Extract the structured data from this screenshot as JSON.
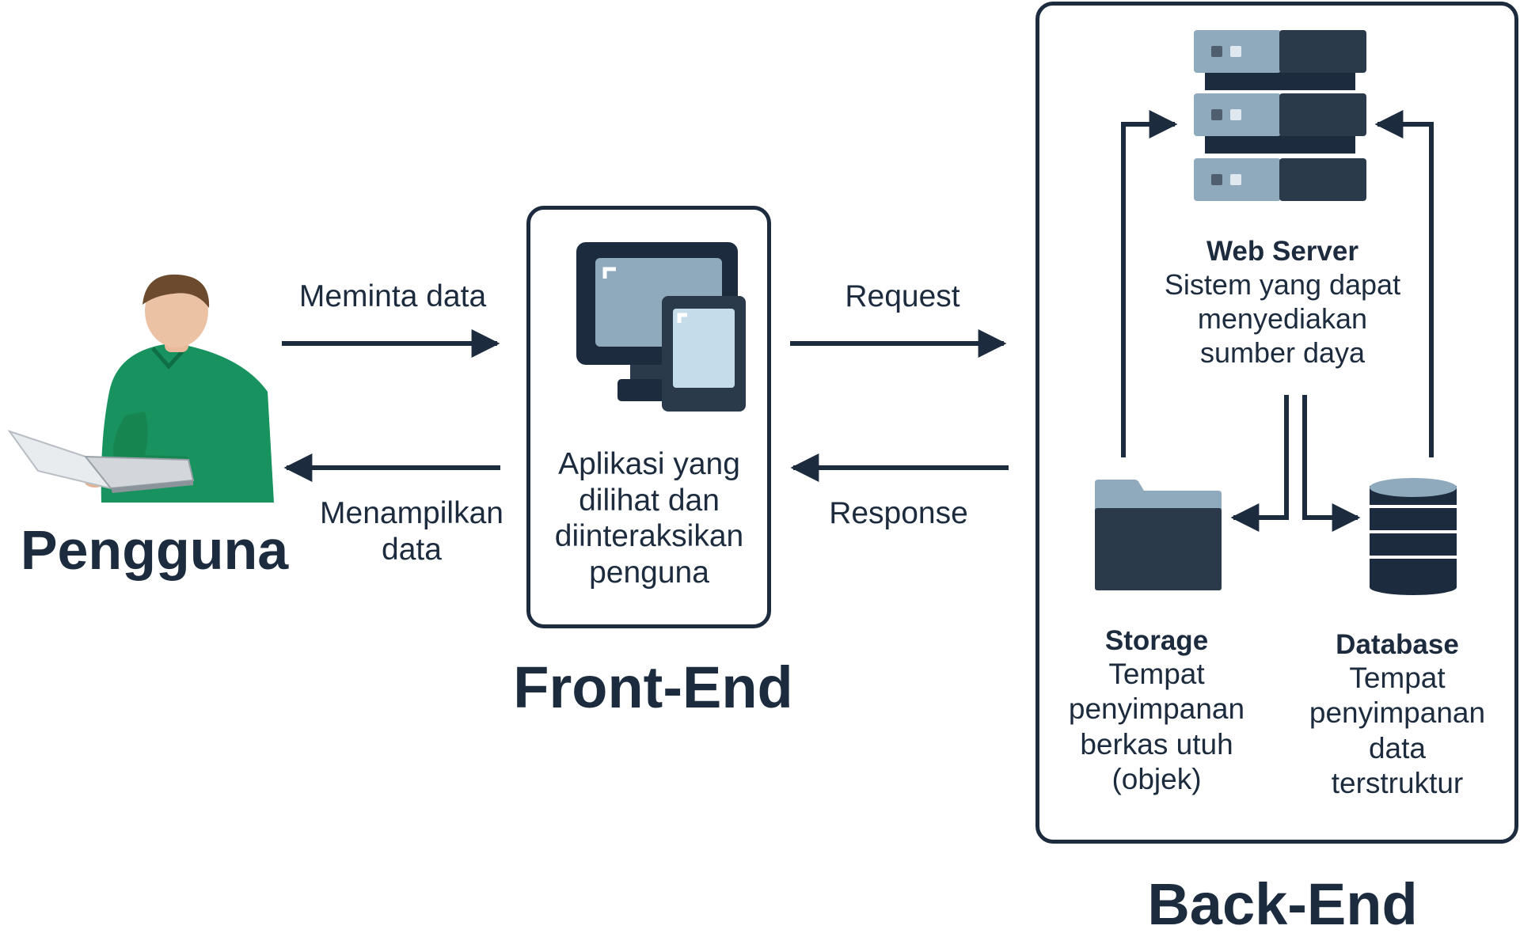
{
  "colors": {
    "dark": "#1c2b3d",
    "slate": "#2b3a4b",
    "steel": "#8fa9bd",
    "pale": "#c5dcea",
    "shirt": "#18925e"
  },
  "user": {
    "label": "Pengguna",
    "icon": "person-with-laptop-icon",
    "arrow_out_label": "Meminta data",
    "arrow_in_label": "Menampilkan\ndata"
  },
  "frontend": {
    "title": "Front-End",
    "icon": "monitor-tablet-icon",
    "description": "Aplikasi yang\ndilihat dan\ndiinteraksikan\npenguna",
    "request_label": "Request",
    "response_label": "Response"
  },
  "backend": {
    "title": "Back-End",
    "web_server": {
      "icon": "server-rack-icon",
      "title": "Web Server",
      "description": "Sistem yang dapat\nmenyediakan\nsumber daya"
    },
    "storage": {
      "icon": "folder-icon",
      "title": "Storage",
      "description": "Tempat\npenyimpanan\nberkas utuh\n(objek)"
    },
    "database": {
      "icon": "database-icon",
      "title": "Database",
      "description": "Tempat\npenyimpanan\ndata\nterstruktur"
    }
  }
}
